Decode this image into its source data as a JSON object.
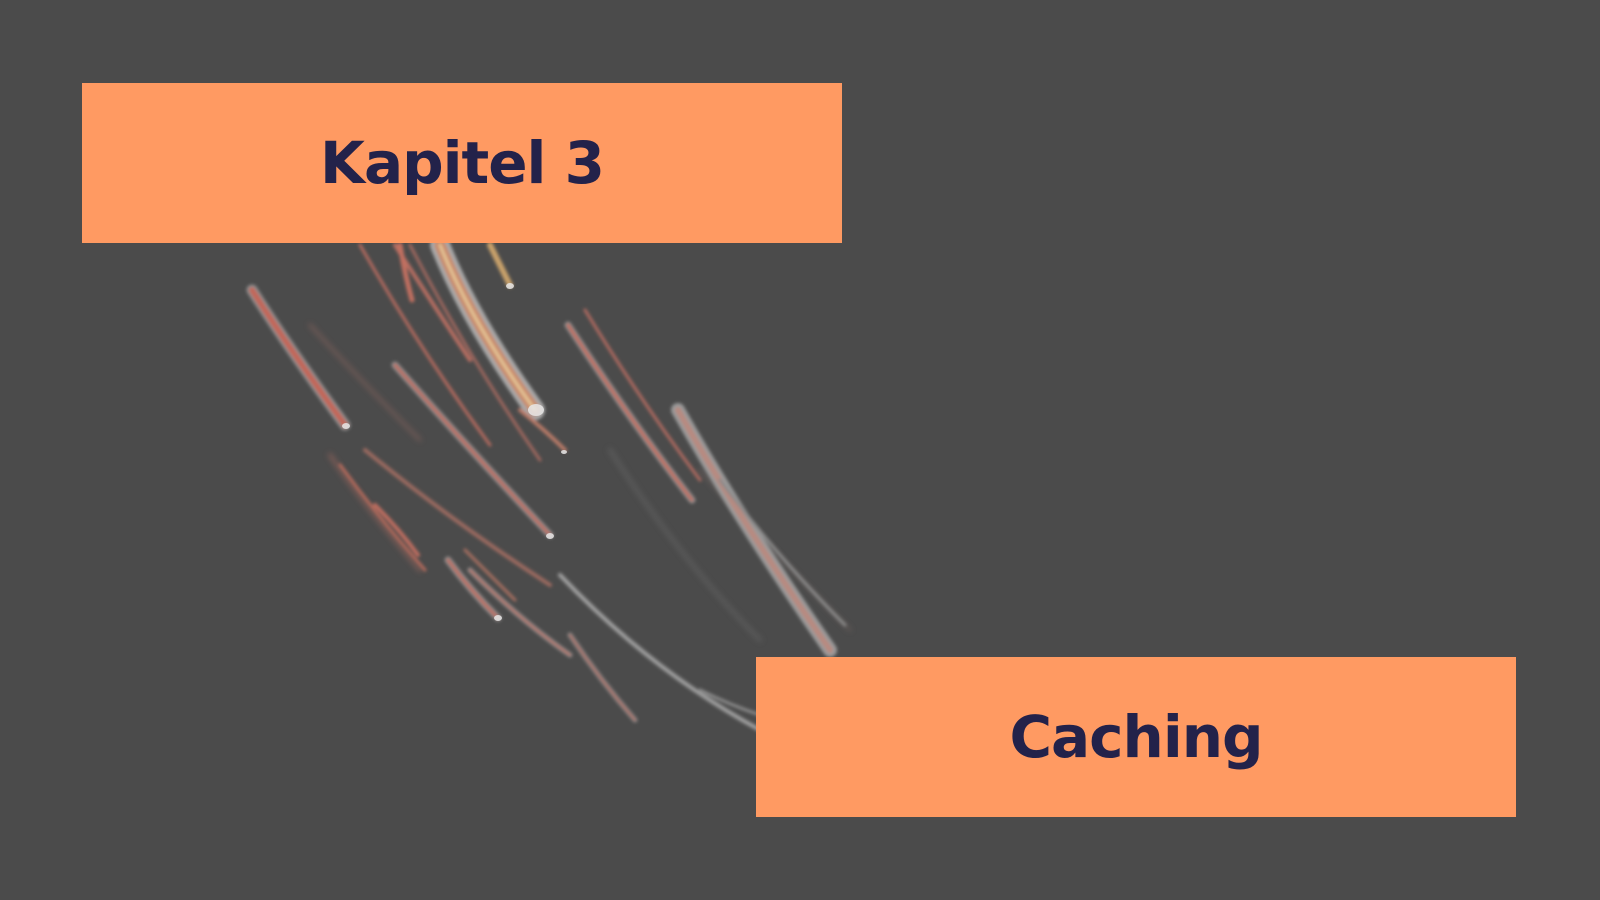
{
  "slide": {
    "chapter_label": "Kapitel 3",
    "topic_title": "Caching"
  },
  "colors": {
    "background": "#4b4b4b",
    "banner_fill": "#ff9a62",
    "banner_text": "#23224a",
    "fiber_core": "#c86a5c",
    "fiber_sheath": "#9a9a9a"
  },
  "decoration": {
    "image_icon": "optical-fiber-strands"
  }
}
